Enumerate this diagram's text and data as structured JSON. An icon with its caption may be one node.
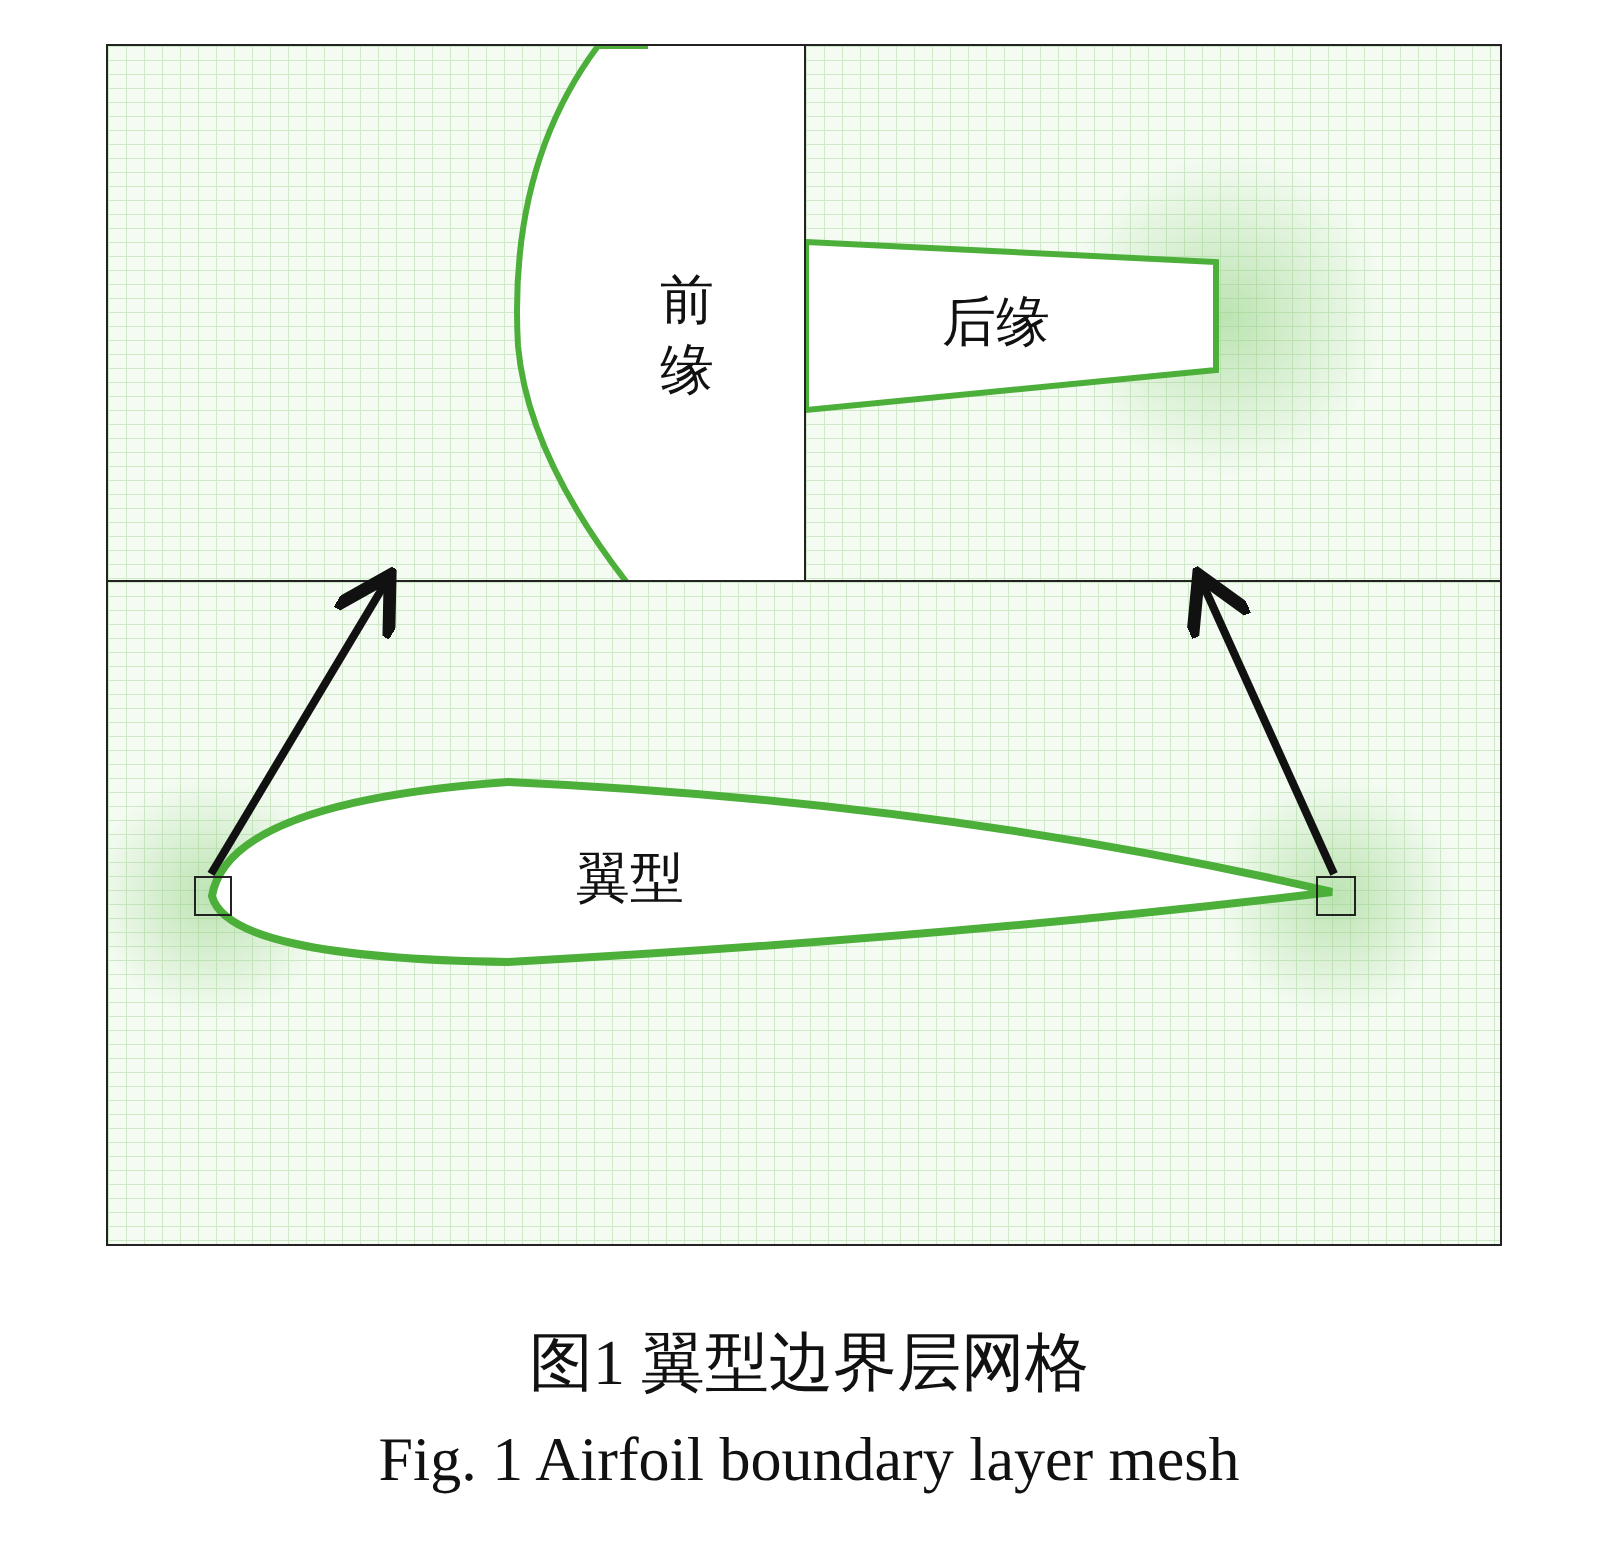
{
  "diagram": {
    "caption": "图1 翼型边界层网格",
    "nodes": [
      {
        "text": [
          "前缘"
        ]
      },
      {
        "text": [
          "后缘"
        ]
      },
      {
        "text": [
          "翼型"
        ]
      },
      {
        "text": [],
        "shape": "box",
        "in": 2
      },
      {
        "text": [],
        "shape": "box",
        "in": 2
      }
    ],
    "edges": [
      {
        "from": 3,
        "to": 0,
        "arrow": "to"
      },
      {
        "from": 4,
        "to": 1,
        "arrow": "to"
      }
    ],
    "labels": [
      "Fig. 1 Airfoil boundary layer mesh"
    ]
  }
}
